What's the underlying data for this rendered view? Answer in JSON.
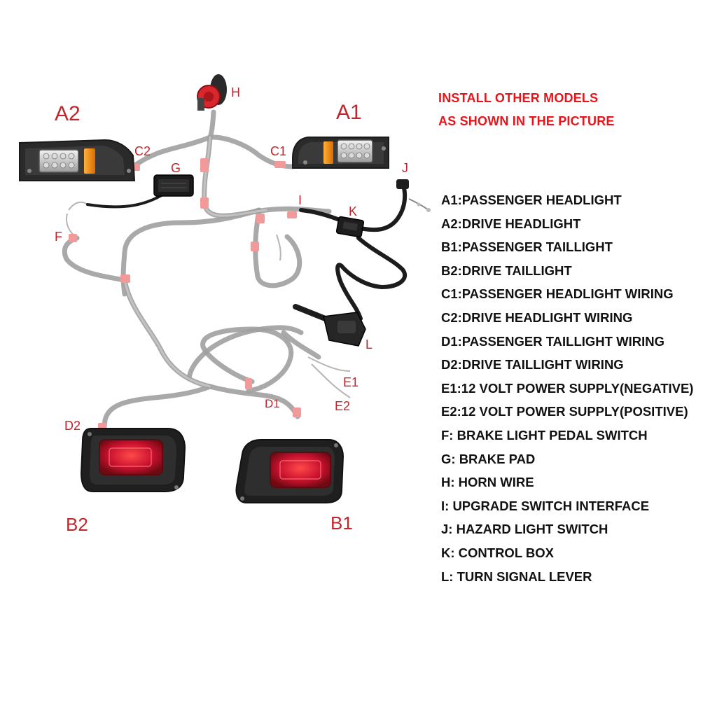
{
  "notice": {
    "line1": "INSTALL OTHER MODELS",
    "line2": "AS SHOWN IN THE PICTURE",
    "color": "#e8141b"
  },
  "component_labels": {
    "A1": "A1",
    "A2": "A2",
    "B1": "B1",
    "B2": "B2",
    "C1": "C1",
    "C2": "C2",
    "D1": "D1",
    "D2": "D2",
    "E1": "E1",
    "E2": "E2",
    "F": "F",
    "G": "G",
    "H": "H",
    "I": "I",
    "J": "J",
    "K": "K",
    "L": "L"
  },
  "legend": [
    "A1:PASSENGER HEADLIGHT",
    "A2:DRIVE HEADLIGHT",
    "B1:PASSENGER TAILLIGHT",
    "B2:DRIVE TAILLIGHT",
    "C1:PASSENGER HEADLIGHT WIRING",
    "C2:DRIVE HEADLIGHT WIRING",
    "D1:PASSENGER TAILLIGHT WIRING",
    "D2:DRIVE TAILLIGHT WIRING",
    "E1:12 VOLT POWER SUPPLY(NEGATIVE)",
    "E2:12 VOLT POWER SUPPLY(POSITIVE)",
    "F: BRAKE LIGHT PEDAL SWITCH",
    "G: BRAKE PAD",
    "H: HORN WIRE",
    "I: UPGRADE SWITCH INTERFACE",
    "J: HAZARD LIGHT SWITCH",
    "K: CONTROL BOX",
    "L: TURN SIGNAL LEVER"
  ],
  "colors": {
    "label_red": "#c0262b",
    "wire_gray": "#a0a0a0",
    "lamp_red": "#c8102e",
    "amber": "#f08a00"
  }
}
